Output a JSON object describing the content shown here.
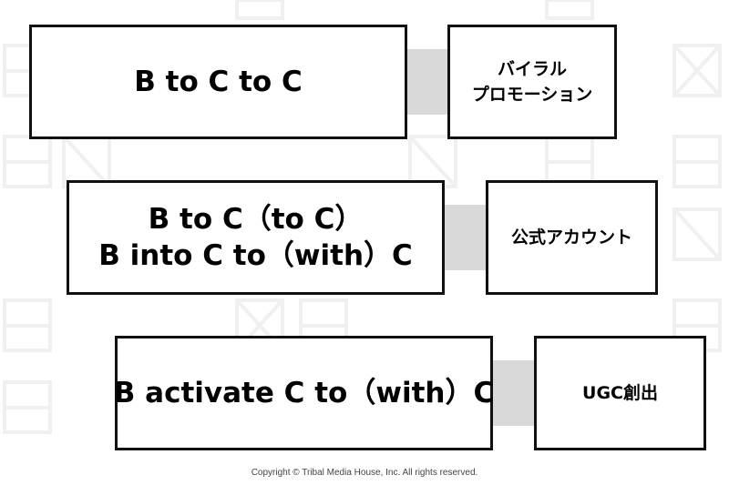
{
  "rows": [
    {
      "main_lines": [
        "B to C to C"
      ],
      "side_lines": [
        "バイラル",
        "プロモーション"
      ]
    },
    {
      "main_lines": [
        "B to C（to C）",
        "B into C to（with）C"
      ],
      "side_lines": [
        "公式アカウント"
      ]
    },
    {
      "main_lines": [
        "B activate C to（with）C"
      ],
      "side_lines": [
        "UGC創出"
      ]
    }
  ],
  "footer": {
    "copyright": "Copyright © Tribal Media House, Inc. All rights reserved."
  },
  "colors": {
    "border": "#111111",
    "connector": "#d9d9d9",
    "pattern": "#f2f2f2"
  }
}
